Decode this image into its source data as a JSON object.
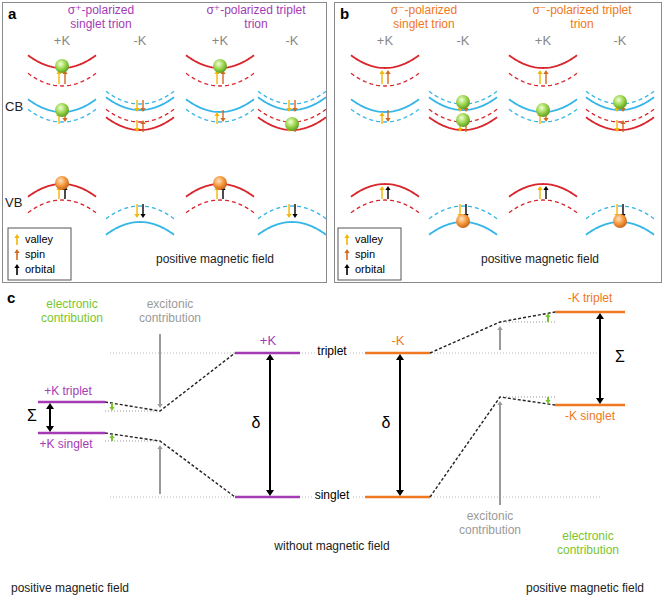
{
  "diagram": {
    "nodes": [
      {
        "text": [
          "a"
        ]
      },
      {
        "text": [
          "b"
        ]
      }
    ],
    "labels": [
      "σ⁺-polarized singlet trion",
      "σ⁺-polarized triplet trion",
      "+K",
      "-K",
      "+K",
      "-K",
      "CB",
      "VB",
      "positive magnetic field",
      "σ⁻-polarized singlet trion",
      "σ⁻-polarized triplet trion",
      "+K",
      "-K",
      "+K",
      "-K",
      "positive magnetic field",
      "c",
      "electronic contribution",
      "excitonic contribution",
      "-K triplet",
      "+K",
      "-K",
      "triplet",
      "+K triplet",
      "Σ",
      "δ",
      "δ",
      "Σ",
      "-K singlet",
      "+K singlet",
      "singlet",
      "excitonic contribution",
      "electronic contribution",
      "without magnetic field",
      "positive magnetic field",
      "positive magnetic field"
    ],
    "legend": [
      {
        "text": "valley"
      },
      {
        "text": "spin"
      },
      {
        "text": "orbital"
      },
      {
        "text": "valley"
      },
      {
        "text": "spin"
      },
      {
        "text": "orbital"
      }
    ]
  }
}
